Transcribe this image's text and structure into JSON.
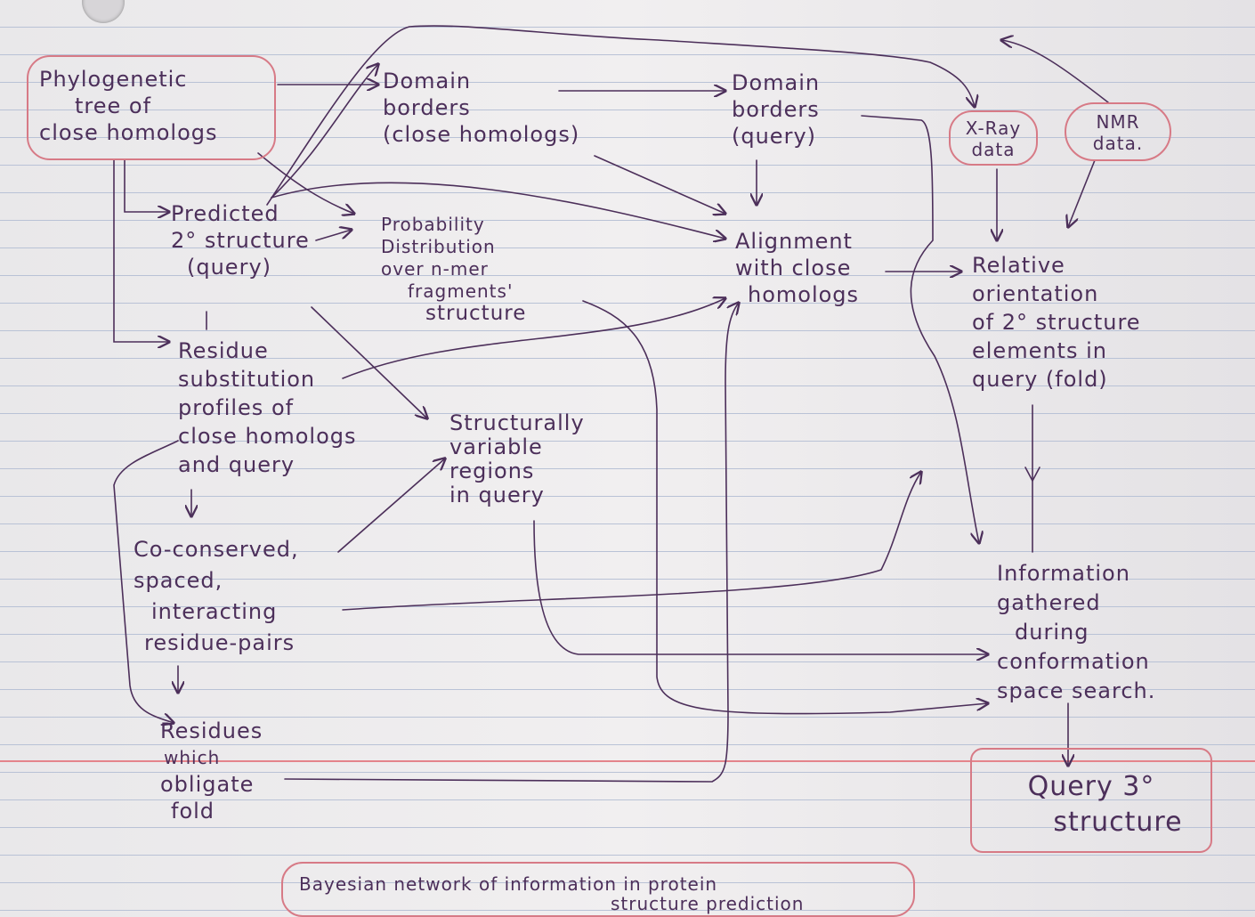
{
  "diagram": {
    "caption": [
      "Bayesian network of information in protein",
      "structure prediction"
    ],
    "nodes": {
      "phylogenetic_tree": [
        "Phylogenetic",
        "tree of",
        "close homologs"
      ],
      "domain_borders_homologs": [
        "Domain",
        "borders",
        "(close homologs)"
      ],
      "domain_borders_query": [
        "Domain",
        "borders",
        "(query)"
      ],
      "xray_data": [
        "X-Ray",
        "data"
      ],
      "nmr_data": [
        "NMR",
        "data."
      ],
      "predicted_secondary": [
        "Predicted",
        "2° structure",
        "(query)"
      ],
      "probability_distribution": [
        "Probability",
        "Distribution",
        "over n-mer",
        "fragments'",
        "structure"
      ],
      "alignment": [
        "Alignment",
        "with close",
        "homologs"
      ],
      "relative_orientation": [
        "Relative",
        "orientation",
        "of 2° structure",
        "elements in",
        "query (fold)"
      ],
      "residue_profiles": [
        "Residue",
        "substitution",
        "profiles of",
        "close homologs",
        "and query"
      ],
      "structurally_variable": [
        "Structurally",
        "variable",
        "regions",
        "in query"
      ],
      "co_conserved": [
        "Co-conserved,",
        "spaced,",
        "interacting",
        "residue-pairs"
      ],
      "information_gathered": [
        "Information",
        "gathered",
        "during",
        "conformation",
        "space search."
      ],
      "residues_obligate": [
        "Residues",
        "which",
        "obligate",
        "fold"
      ],
      "query_tertiary": [
        "Query 3°",
        "structure"
      ]
    }
  },
  "colors": {
    "ink": "#4c2f5a",
    "box": "#d77a86",
    "margin": "#e4848b",
    "rule": "#b9c2d6"
  }
}
